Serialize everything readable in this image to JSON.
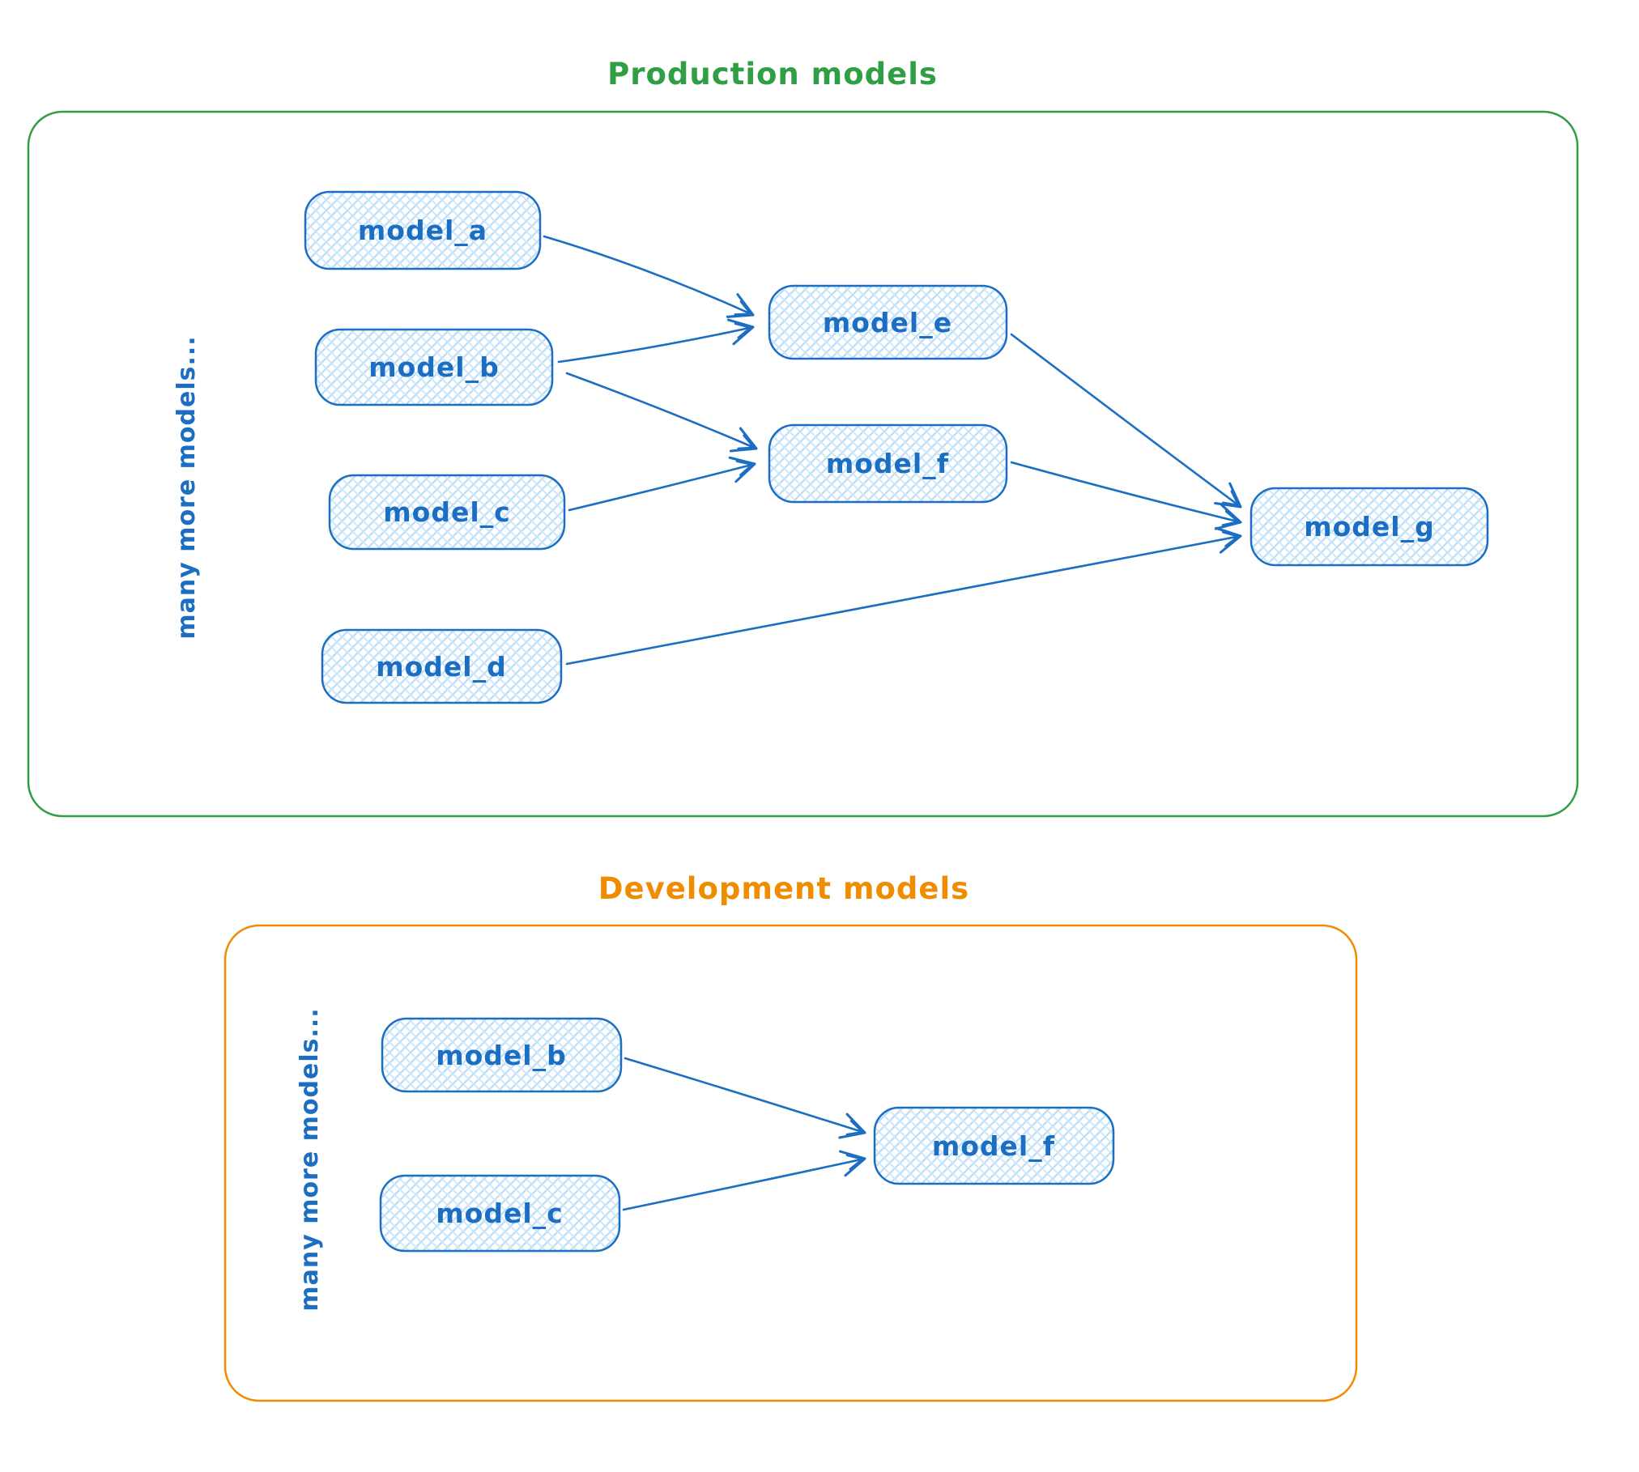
{
  "diagram": {
    "background": "#ffffff",
    "colors": {
      "node_stroke": "#1b6ec2",
      "node_text": "#1b6ec2",
      "node_hatch_a": "#b9dcf8",
      "node_hatch_b": "#cde7fb",
      "arrow": "#1b6ec2",
      "production_accent": "#2f9e44",
      "development_accent": "#f08c00"
    },
    "production": {
      "title": "Production models",
      "side_label": "many more models...",
      "nodes": [
        {
          "label": "model_a"
        },
        {
          "label": "model_b"
        },
        {
          "label": "model_c"
        },
        {
          "label": "model_d"
        },
        {
          "label": "model_e"
        },
        {
          "label": "model_f"
        },
        {
          "label": "model_g"
        }
      ],
      "edges": [
        {
          "from": "model_a",
          "to": "model_e"
        },
        {
          "from": "model_b",
          "to": "model_e"
        },
        {
          "from": "model_b",
          "to": "model_f"
        },
        {
          "from": "model_c",
          "to": "model_f"
        },
        {
          "from": "model_e",
          "to": "model_g"
        },
        {
          "from": "model_f",
          "to": "model_g"
        },
        {
          "from": "model_d",
          "to": "model_g"
        }
      ]
    },
    "development": {
      "title": "Development models",
      "side_label": "many more models...",
      "nodes": [
        {
          "label": "model_b"
        },
        {
          "label": "model_c"
        },
        {
          "label": "model_f"
        }
      ],
      "edges": [
        {
          "from": "model_b",
          "to": "model_f"
        },
        {
          "from": "model_c",
          "to": "model_f"
        }
      ]
    }
  }
}
